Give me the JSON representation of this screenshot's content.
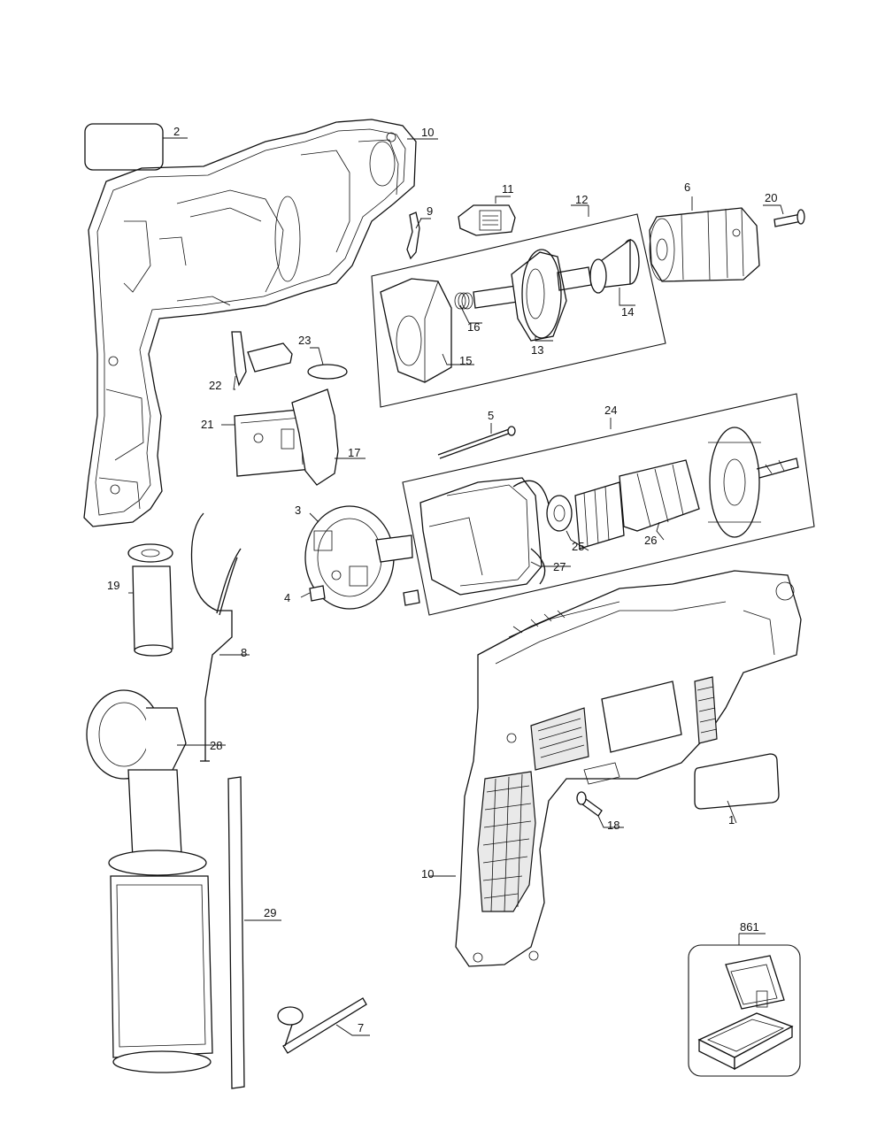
{
  "diagram": {
    "callouts": {
      "c1": "1",
      "c2": "2",
      "c3": "3",
      "c4": "4",
      "c5": "5",
      "c6": "6",
      "c7": "7",
      "c8": "8",
      "c9": "9",
      "c10a": "10",
      "c10b": "10",
      "c11": "11",
      "c12": "12",
      "c13": "13",
      "c14": "14",
      "c15": "15",
      "c16": "16",
      "c17": "17",
      "c18": "18",
      "c19": "19",
      "c20": "20",
      "c21": "21",
      "c22": "22",
      "c23": "23",
      "c24": "24",
      "c25": "25",
      "c26": "26",
      "c27": "27",
      "c28": "28",
      "c29": "29",
      "c861": "861"
    }
  }
}
